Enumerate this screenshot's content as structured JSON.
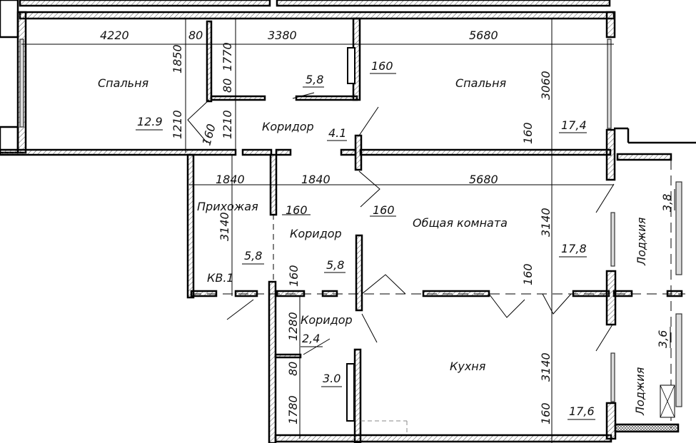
{
  "plan": {
    "apartment_label": "КВ.1",
    "rooms": [
      {
        "name": "Спальня",
        "area": "12.9",
        "id": "bedroom-1"
      },
      {
        "name": "Спальня",
        "area": "17,4",
        "id": "bedroom-2"
      },
      {
        "name": "Коридор",
        "area": "5,8",
        "id": "corridor-1"
      },
      {
        "name": "Прихожая",
        "area": "5,8",
        "id": "hallway"
      },
      {
        "name": "Коридор",
        "area": "5,8",
        "id": "corridor-2"
      },
      {
        "name": "Общая комната",
        "area": "17,8",
        "id": "living-room"
      },
      {
        "name": "Коридор",
        "area": "2,4",
        "id": "corridor-3"
      },
      {
        "name": "Кухня",
        "area": "17,6",
        "id": "kitchen"
      },
      {
        "name": "Лоджия",
        "area": "3,8",
        "id": "loggia-1"
      },
      {
        "name": "Лоджия",
        "area": "3,6",
        "id": "loggia-2"
      }
    ],
    "extra_areas": {
      "bath_1": "4.1",
      "bath_2": "3.0"
    },
    "dimensions": {
      "top_4220": "4220",
      "top_80": "80",
      "top_3380": "3380",
      "top_5680": "5680",
      "v_1850": "1850",
      "v_1770": "1770",
      "v_80a": "80",
      "v_1210a": "1210",
      "v_1210b": "1210",
      "v_160a": "160",
      "v_3060": "3060",
      "v_160b": "160",
      "lead_160a": "160",
      "mid_1840a": "1840",
      "mid_1840b": "1840",
      "mid_5680": "5680",
      "lead_160b": "160",
      "lead_160c": "160",
      "v_3140a": "3140",
      "v_3140b": "3140",
      "v_160c": "160",
      "v_160d": "160",
      "v_1280": "1280",
      "v_80b": "80",
      "v_1780": "1780",
      "v_3140c": "3140",
      "v_160e": "160"
    }
  }
}
